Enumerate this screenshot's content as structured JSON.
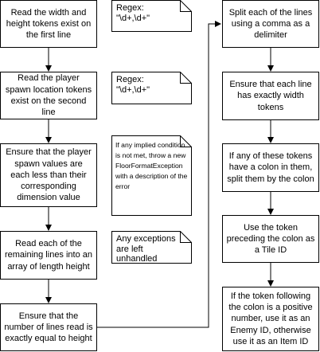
{
  "steps": [
    "Read the width and height tokens exist on the first line",
    "Read the player spawn location tokens exist on the second line",
    "Ensure that the player spawn values are each less than their corresponding dimension value",
    "Read each of the remaining lines into an array of length height",
    "Ensure that the number of lines read is exactly equal to height",
    "Split each of the lines using a comma as a delimiter",
    "Ensure that each line has exactly width tokens",
    "If any of these tokens have a colon in them, split them by the colon",
    "Use the token preceding the colon as a Tile ID",
    "If the token following the colon is a positive number, use it as an Enemy ID, otherwise use it as an Item ID"
  ],
  "notes": [
    "Regex:\n\"\\d+,\\d+\"",
    "Regex:\n\"\\d+,\\d+\"",
    "If any implied condition is not met, throw a new FloorFormatException with a description of the error",
    "Any exceptions are left unhandled"
  ]
}
